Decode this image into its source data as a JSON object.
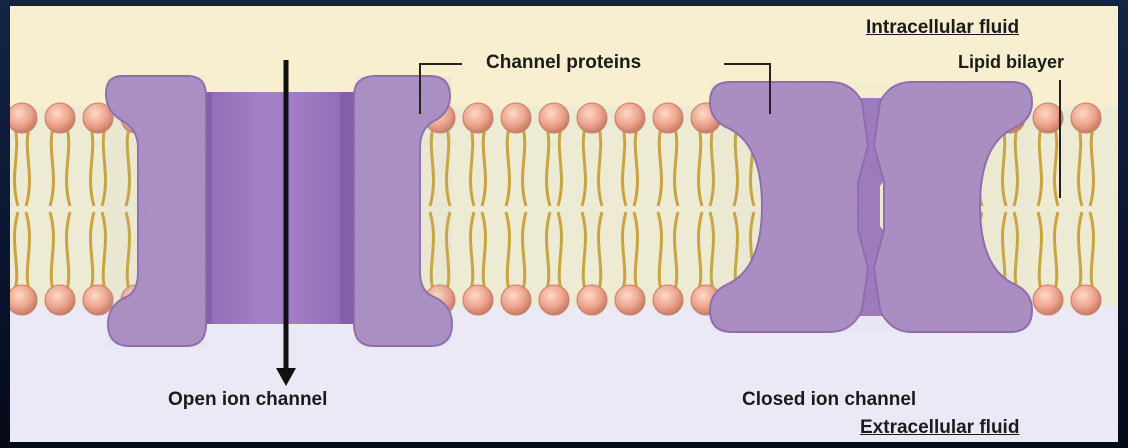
{
  "labels": {
    "intracellular": "Intracellular fluid",
    "extracellular": "Extracellular fluid",
    "channel_proteins": "Channel proteins",
    "lipid_bilayer": "Lipid bilayer",
    "open_channel": "Open ion channel",
    "closed_channel": "Closed ion channel"
  },
  "colors": {
    "intracellular_bg": "#f7efcf",
    "extracellular_bg": "#ebe9f6",
    "membrane_core": "#eeebd4",
    "lipid_head": "#eda58e",
    "lipid_tail": "#c9a43e",
    "protein": "#a98cc3",
    "protein_dark": "#8d6aad",
    "arrow": "#111111",
    "outer_background": "#0d1a33"
  }
}
